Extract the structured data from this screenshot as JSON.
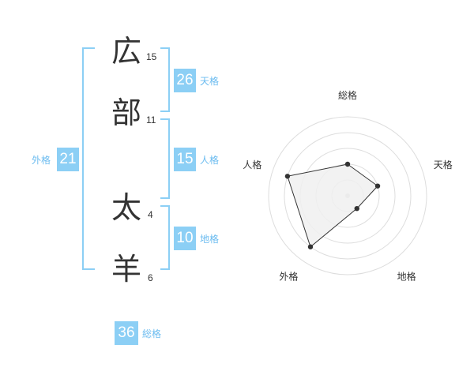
{
  "name": {
    "chars": [
      {
        "char": "広",
        "strokes": "15"
      },
      {
        "char": "部",
        "strokes": "11"
      },
      {
        "char": "太",
        "strokes": "4"
      },
      {
        "char": "羊",
        "strokes": "6"
      }
    ]
  },
  "kaku": {
    "tenkaku": {
      "value": "26",
      "label": "天格"
    },
    "jinkaku": {
      "value": "15",
      "label": "人格"
    },
    "chikaku": {
      "value": "10",
      "label": "地格"
    },
    "gaikaku": {
      "value": "21",
      "label": "外格"
    },
    "soukaku": {
      "value": "36",
      "label": "総格"
    }
  },
  "colors": {
    "accent": "#8ccff5",
    "label": "#6cbcf0",
    "text": "#333333",
    "radar_fill": "#f0f0f0",
    "radar_grid": "#dddddd"
  },
  "chart_data": {
    "type": "radar",
    "axes": [
      "総格",
      "天格",
      "地格",
      "外格",
      "人格"
    ],
    "values": [
      2,
      2,
      1,
      4,
      4
    ],
    "max": 5,
    "grid_rings": 5
  }
}
